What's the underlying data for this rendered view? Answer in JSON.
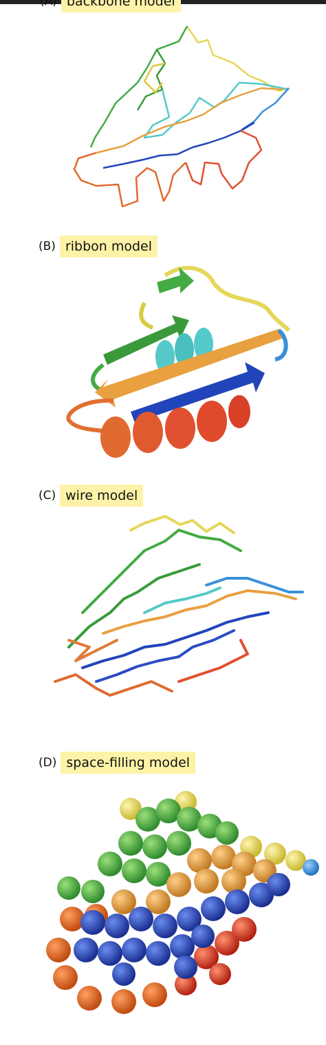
{
  "panels": [
    {
      "letter": "(A)",
      "title": "backbone model"
    },
    {
      "letter": "(B)",
      "title": "ribbon model"
    },
    {
      "letter": "(C)",
      "title": "wire model"
    },
    {
      "letter": "(D)",
      "title": "space-filling model"
    }
  ],
  "colors": {
    "label_bg": "#fdf3a8",
    "green": "#44aa44",
    "yellow": "#e6d65a",
    "cyan": "#55c9c9",
    "orange": "#e8a040",
    "blue": "#2244bb",
    "red_orange": "#e05030",
    "dark_orange": "#e06a30"
  }
}
